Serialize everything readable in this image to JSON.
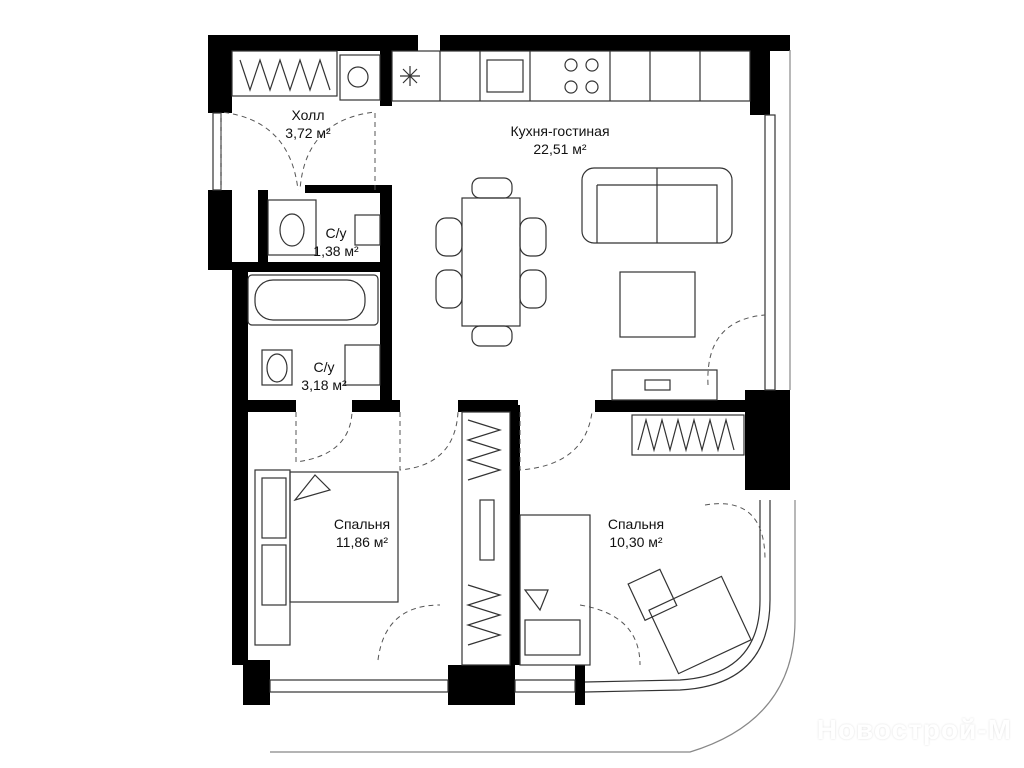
{
  "rooms": [
    {
      "name": "Холл",
      "area": "3,72 м²"
    },
    {
      "name": "Кухня-гостиная",
      "area": "22,51 м²"
    },
    {
      "name": "С/у",
      "area": "1,38 м²"
    },
    {
      "name": "С/у",
      "area": "3,18 м²"
    },
    {
      "name": "Спальня",
      "area": "11,86 м²"
    },
    {
      "name": "Спальня",
      "area": "10,30 м²"
    }
  ],
  "watermark": "Новострой-М",
  "colors": {
    "wall": "#000000",
    "line": "#333333",
    "background": "#ffffff"
  }
}
